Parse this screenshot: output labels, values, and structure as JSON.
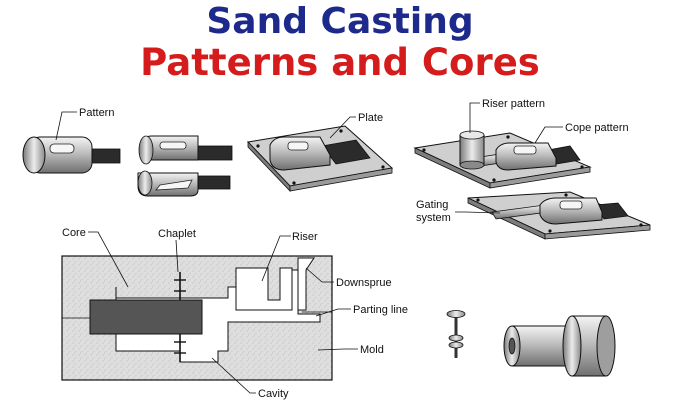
{
  "title_line1": "Sand Casting",
  "title_line2": "Patterns and Cores",
  "colors": {
    "title1": "#1d2a8c",
    "title2": "#d41c1c",
    "sand": "#dcdcdc",
    "core": "#555555"
  },
  "labels": {
    "pattern": "Pattern",
    "plate": "Plate",
    "riser_pattern": "Riser pattern",
    "cope_pattern": "Cope pattern",
    "gating_1": "Gating",
    "gating_2": "system",
    "core": "Core",
    "chaplet": "Chaplet",
    "riser": "Riser",
    "downsprue": "Downsprue",
    "parting_line": "Parting line",
    "mold": "Mold",
    "cavity": "Cavity"
  }
}
